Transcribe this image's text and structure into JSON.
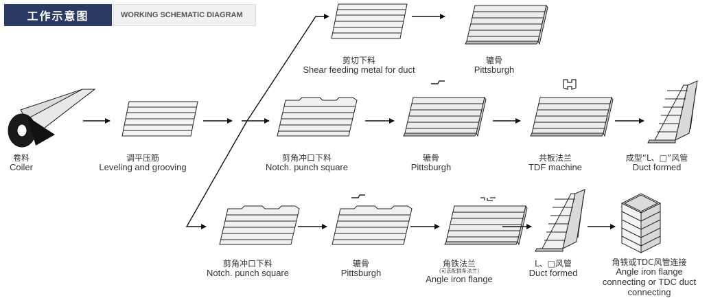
{
  "header": {
    "title_cn": "工作示意图",
    "title_en": "WORKING SCHEMATIC DIAGRAM"
  },
  "steps": {
    "coiler": {
      "cn": "卷料",
      "en": "Coiler"
    },
    "leveling": {
      "cn": "调平压筋",
      "en": "Leveling and grooving"
    },
    "top_shear": {
      "cn": "剪切下料",
      "en": "Shear feeding metal for duct"
    },
    "top_pitts": {
      "cn": "辘骨",
      "en": "Pittsburgh"
    },
    "mid_notch": {
      "cn": "剪角冲口下料",
      "en": "Notch. punch square"
    },
    "mid_pitts": {
      "cn": "辘骨",
      "en": "Pittsburgh"
    },
    "mid_tdf": {
      "cn": "共板法兰",
      "en": "TDF  machine"
    },
    "mid_formed": {
      "cn": "成型“L、□”风管",
      "en": "Duct formed"
    },
    "bot_notch": {
      "cn": "剪角冲口下料",
      "en": "Notch. punch square"
    },
    "bot_pitts": {
      "cn": "辘骨",
      "en": "Pittsburgh"
    },
    "bot_angle": {
      "cn": "角铁法兰",
      "note": "(可选配插条法兰)",
      "en": "Angle iron flange"
    },
    "bot_formed": {
      "cn": "L、□风管",
      "en": "Duct formed"
    },
    "bot_connect": {
      "cn": "角铁或TDC风管连接",
      "en": "Angle iron flange connecting or TDC duct connecting"
    }
  }
}
